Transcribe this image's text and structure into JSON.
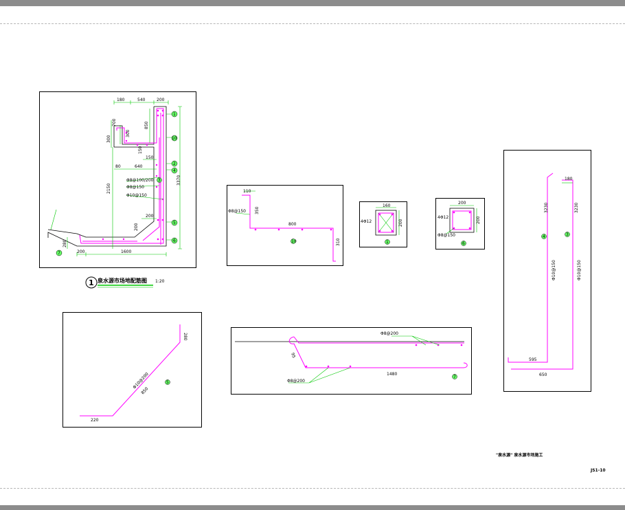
{
  "main_detail": {
    "title": "泉水源市场地配筋图",
    "scale": "1:20",
    "number": "1",
    "dims_top": [
      "180",
      "540",
      "200"
    ],
    "dims": {
      "d700": "700",
      "d300a": "300",
      "d300b": "300",
      "d850": "850",
      "d150a": "150",
      "d150b": "150",
      "d80": "80",
      "d640": "640",
      "d2150": "2150",
      "d3370": "3370",
      "d200a": "200",
      "d200b": "200",
      "d200c": "200",
      "d1600": "1600",
      "d280": "280"
    },
    "rebar_labels": [
      "Φ8@100/200",
      "Φ8@150",
      "Φ10@150"
    ],
    "markers": [
      "1",
      "10",
      "2",
      "4",
      "3",
      "5",
      "6",
      "7"
    ]
  },
  "bar10": {
    "d110": "110",
    "d350": "350",
    "d800": "800",
    "d310": "310",
    "spec": "Φ8@150",
    "marker": "10"
  },
  "sec1": {
    "d160": "160",
    "d200": "200",
    "spec": "4Φ12",
    "marker": "1"
  },
  "sec6": {
    "d200a": "200",
    "d200b": "200",
    "spec1": "4Φ12",
    "spec2": "Φ8@150",
    "marker": "6"
  },
  "bar34": {
    "d180": "180",
    "d3230a": "3230",
    "d3230b": "3230",
    "spec4": "Φ10@150",
    "spec3": "Φ10@150",
    "d595": "595",
    "d650": "650",
    "m4": "4",
    "m3": "3"
  },
  "bar5": {
    "d280": "280",
    "spec": "Φ10@200",
    "d850": "850",
    "d220": "220",
    "marker": "5"
  },
  "bar7": {
    "spec_top": "Φ8@200",
    "spec_bot": "Φ8@200",
    "d95": "95",
    "d1480": "1480",
    "marker": "7"
  },
  "footer": {
    "note": "\"泉水源\" 泉水源市场施工",
    "sheet": "JS1-10"
  },
  "colors": {
    "rebar": "#ff00ff",
    "leader": "#00c800",
    "marker_fill": "#66ff66",
    "line": "#000000"
  }
}
